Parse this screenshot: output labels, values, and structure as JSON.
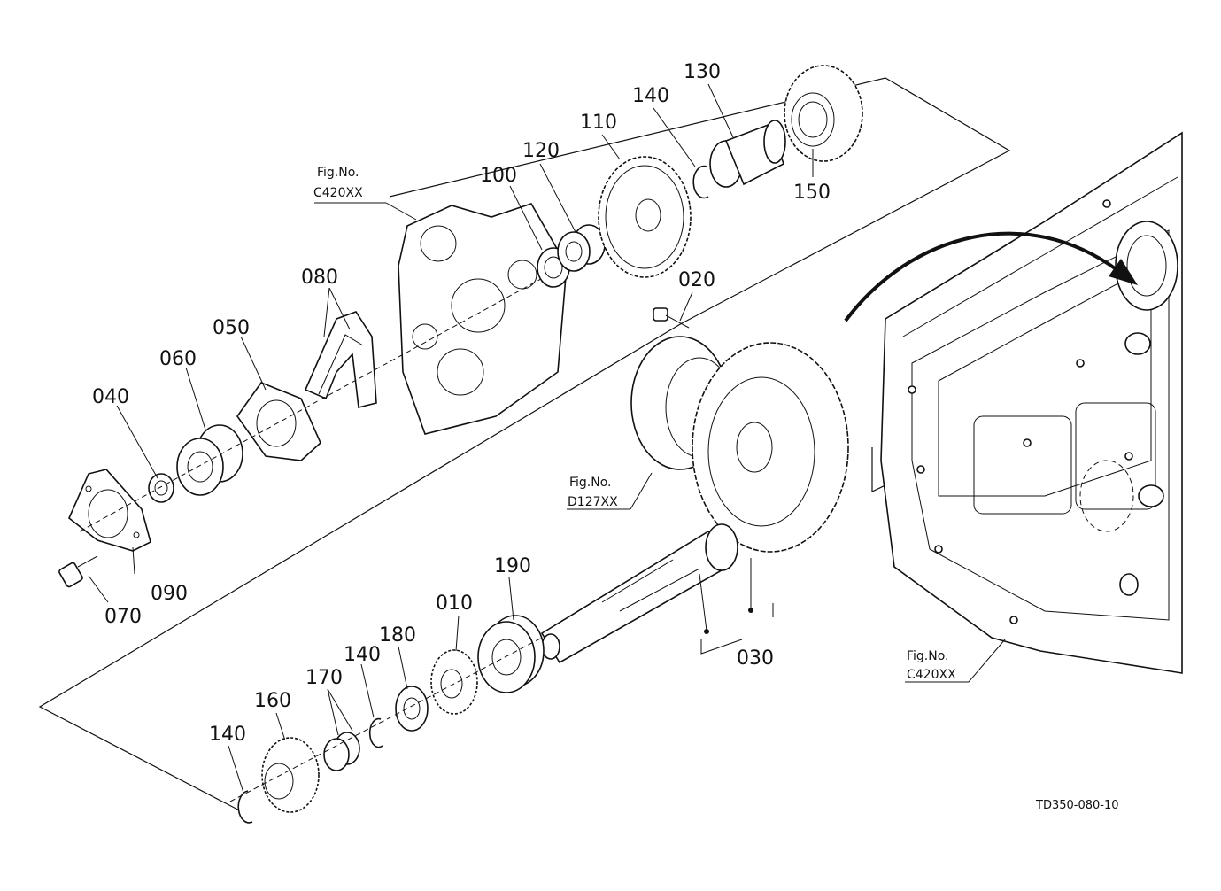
{
  "diagram": {
    "drawing_code": "TD350-080-10",
    "figure_refs": [
      {
        "line1": "Fig.No.",
        "line2": "C420XX"
      },
      {
        "line1": "Fig.No.",
        "line2": "D127XX"
      },
      {
        "line1": "Fig.No.",
        "line2": "C420XX"
      }
    ],
    "callouts": [
      {
        "id": "010",
        "text": "010"
      },
      {
        "id": "020",
        "text": "020"
      },
      {
        "id": "030",
        "text": "030"
      },
      {
        "id": "040",
        "text": "040"
      },
      {
        "id": "050",
        "text": "050"
      },
      {
        "id": "060",
        "text": "060"
      },
      {
        "id": "070",
        "text": "070"
      },
      {
        "id": "080",
        "text": "080"
      },
      {
        "id": "090",
        "text": "090"
      },
      {
        "id": "100",
        "text": "100"
      },
      {
        "id": "110",
        "text": "110"
      },
      {
        "id": "120",
        "text": "120"
      },
      {
        "id": "130",
        "text": "130"
      },
      {
        "id": "140a",
        "text": "140"
      },
      {
        "id": "140b",
        "text": "140"
      },
      {
        "id": "140c",
        "text": "140"
      },
      {
        "id": "150",
        "text": "150"
      },
      {
        "id": "160",
        "text": "160"
      },
      {
        "id": "170",
        "text": "170"
      },
      {
        "id": "180",
        "text": "180"
      },
      {
        "id": "190",
        "text": "190"
      }
    ]
  }
}
